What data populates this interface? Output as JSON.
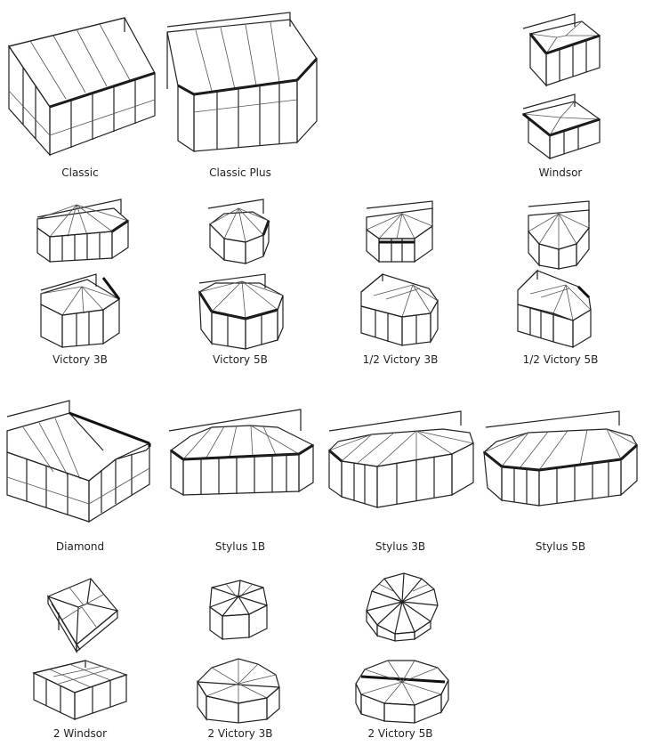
{
  "items": [
    {
      "id": "classic",
      "label": "Classic",
      "icon": "lean-to-conservatory-icon"
    },
    {
      "id": "classic-plus",
      "label": "Classic Plus",
      "icon": "lean-to-bay-conservatory-icon"
    },
    {
      "id": "windsor",
      "label": "Windsor",
      "icon": "hipped-square-conservatory-icon"
    },
    {
      "id": "victory-3b",
      "label": "Victory 3B",
      "icon": "victorian-3-bay-conservatory-icon"
    },
    {
      "id": "victory-5b",
      "label": "Victory 5B",
      "icon": "victorian-5-bay-conservatory-icon"
    },
    {
      "id": "half-victory-3b",
      "label": "1/2 Victory 3B",
      "icon": "half-victorian-3-bay-conservatory-icon"
    },
    {
      "id": "half-victory-5b",
      "label": "1/2 Victory 5B",
      "icon": "half-victorian-5-bay-conservatory-icon"
    },
    {
      "id": "diamond",
      "label": "Diamond",
      "icon": "gable-conservatory-icon"
    },
    {
      "id": "stylus-1b",
      "label": "Stylus 1B",
      "icon": "hipped-1-bay-conservatory-icon"
    },
    {
      "id": "stylus-3b",
      "label": "Stylus 3B",
      "icon": "hipped-3-bay-conservatory-icon"
    },
    {
      "id": "stylus-5b",
      "label": "Stylus 5B",
      "icon": "hipped-5-bay-conservatory-icon"
    },
    {
      "id": "2-windsor",
      "label": "2 Windsor",
      "icon": "double-windsor-conservatory-icon"
    },
    {
      "id": "2-victory-3b",
      "label": "2 Victory 3B",
      "icon": "double-victorian-3-bay-conservatory-icon"
    },
    {
      "id": "2-victory-5b",
      "label": "2 Victory 5B",
      "icon": "double-victorian-5-bay-conservatory-icon"
    }
  ]
}
